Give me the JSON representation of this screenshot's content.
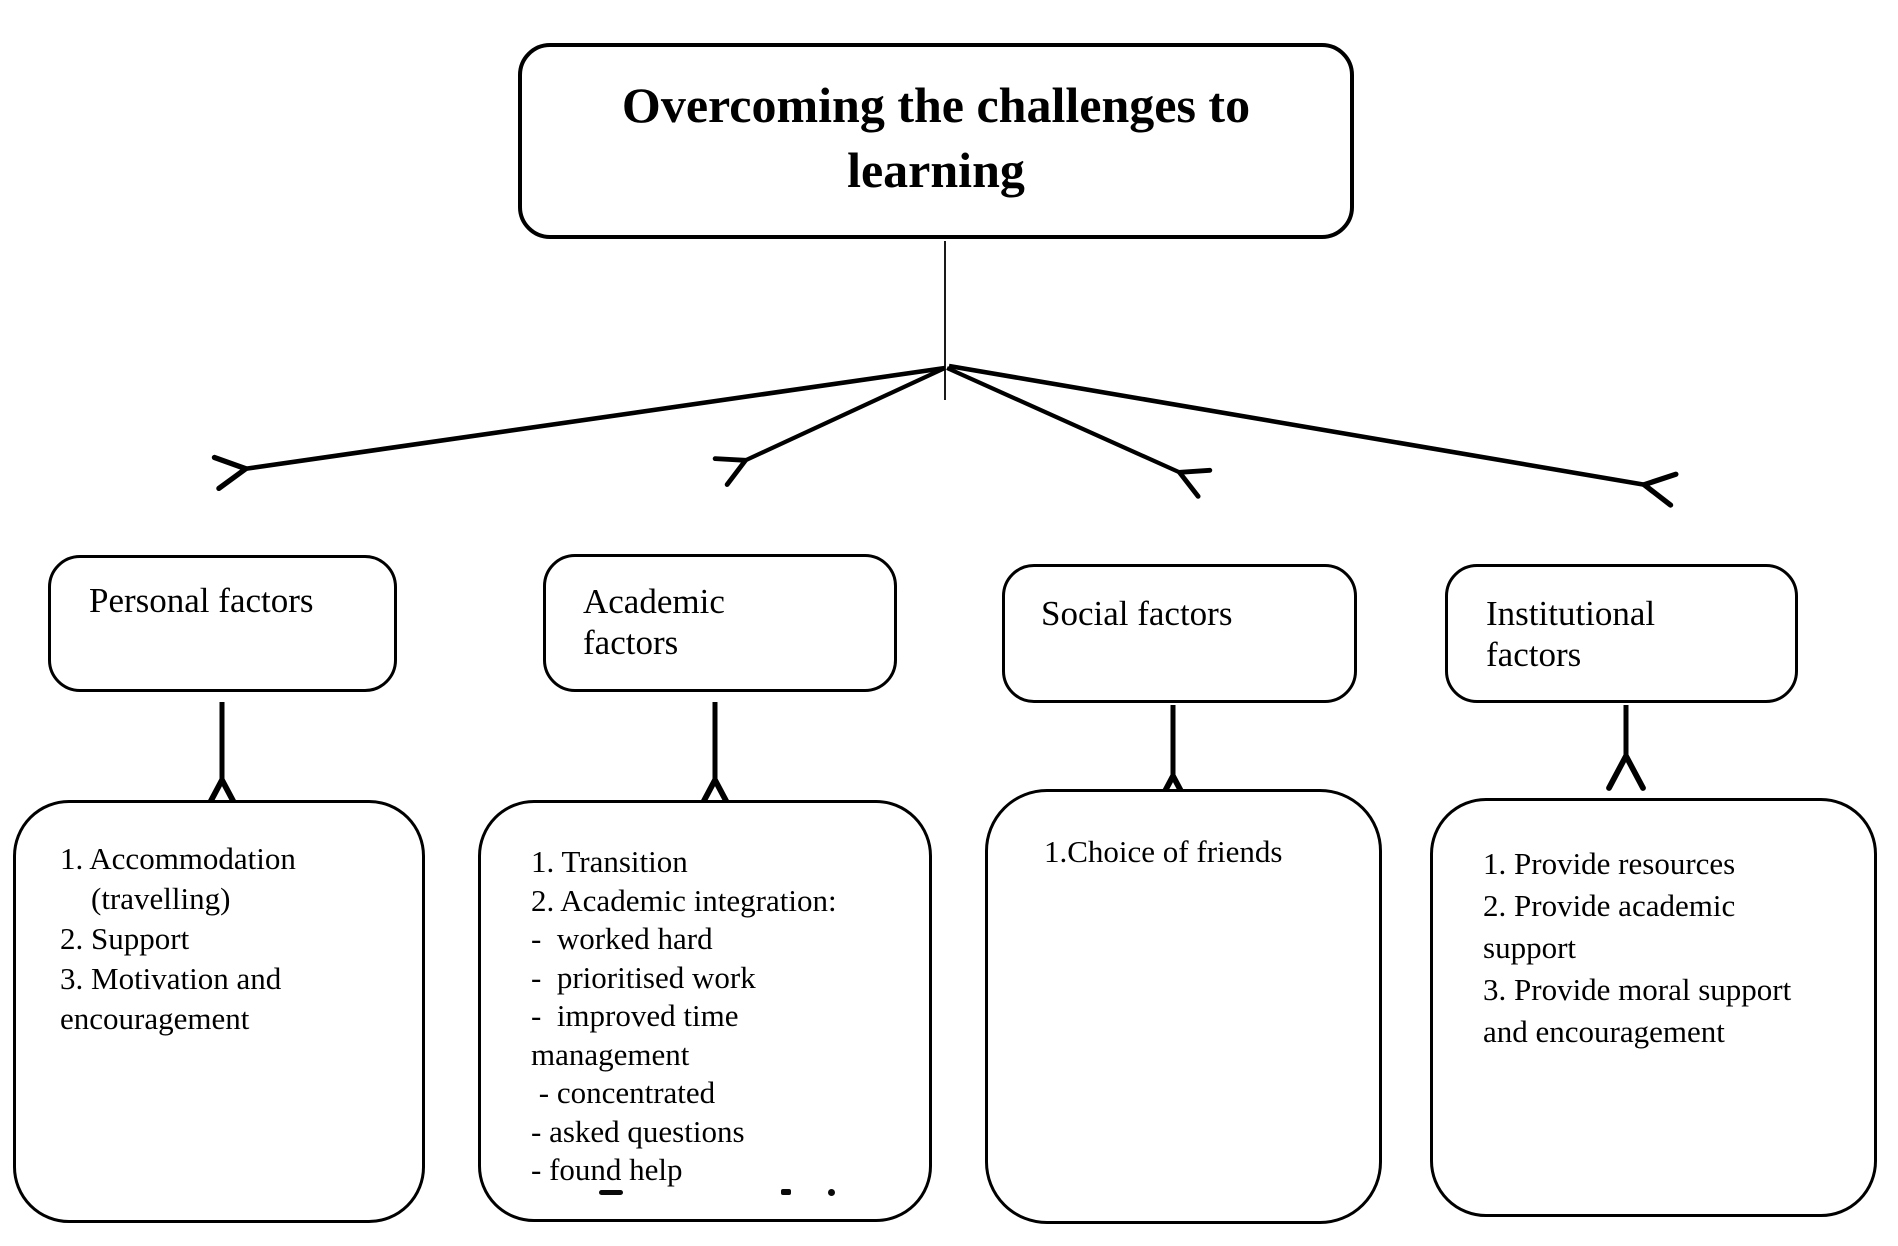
{
  "title": "Overcoming the challenges to learning",
  "colors": {
    "stroke": "#000000",
    "background": "#ffffff",
    "text": "#000000"
  },
  "branches": [
    {
      "id": "personal",
      "label": "Personal factors",
      "items": [
        "1. Accommodation",
        "    (travelling)",
        "2. Support",
        "3. Motivation and",
        "encouragement"
      ]
    },
    {
      "id": "academic",
      "label": "Academic factors",
      "items": [
        "1. Transition",
        "2. Academic integration:",
        "-  worked hard",
        "-  prioritised work",
        "-  improved time",
        "management",
        " - concentrated",
        "- asked questions",
        "- found help"
      ],
      "last_line_clipped": true
    },
    {
      "id": "social",
      "label": "Social factors",
      "items": [
        "1.Choice of friends"
      ]
    },
    {
      "id": "institutional",
      "label": "Institutional factors",
      "items": [
        "1. Provide resources",
        "2. Provide academic",
        "support",
        "3. Provide moral support",
        "and encouragement"
      ]
    }
  ]
}
